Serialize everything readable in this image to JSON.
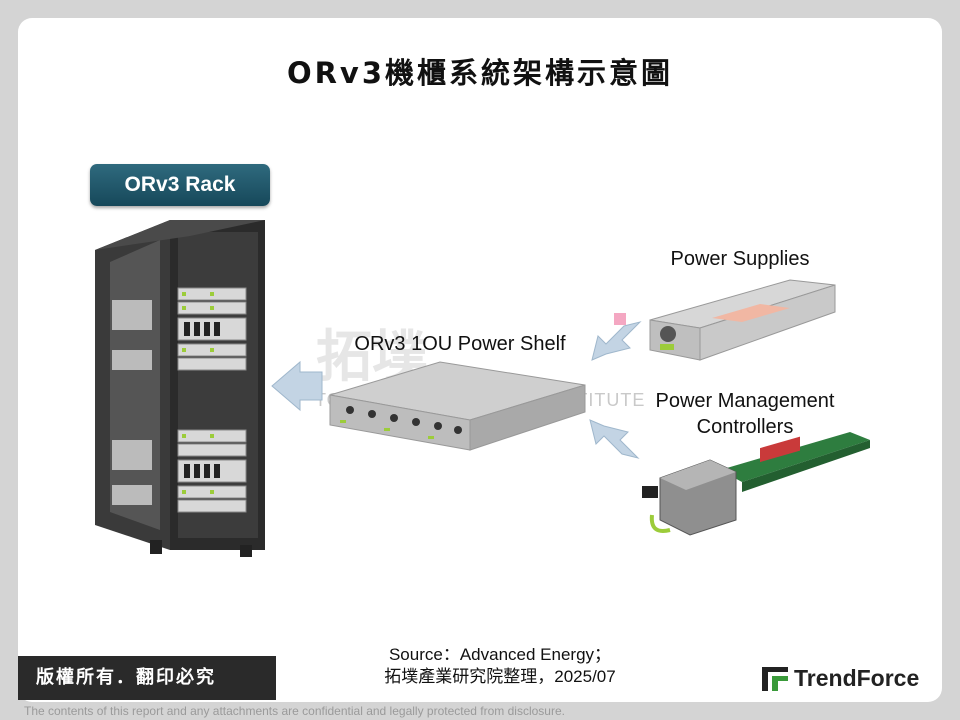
{
  "title": "ORv3機櫃系統架構示意圖",
  "rack_label": "ORv3 Rack",
  "power_shelf_label": "ORv3 1OU Power Shelf",
  "power_supplies_label": "Power Supplies",
  "pmc_label_line1": "Power Management",
  "pmc_label_line2": "Controllers",
  "watermark_text": "TOPOLOGY RESEARCH INSTITUTE",
  "watermark_logo": "拓墣",
  "source_line1": "Source：Advanced Energy；",
  "source_line2": "拓墣產業研究院整理，2025/07",
  "copyright": "版權所有．翻印必究",
  "brand": "TrendForce",
  "disclaimer": "The contents of this report and any attachments are confidential and legally protected from disclosure.",
  "colors": {
    "badge": "#1f5668",
    "arrow": "#b9cde0",
    "rack": "#2b2b2b",
    "pmc_board": "#2e7d3f",
    "accent_green": "#9ccc3a"
  }
}
